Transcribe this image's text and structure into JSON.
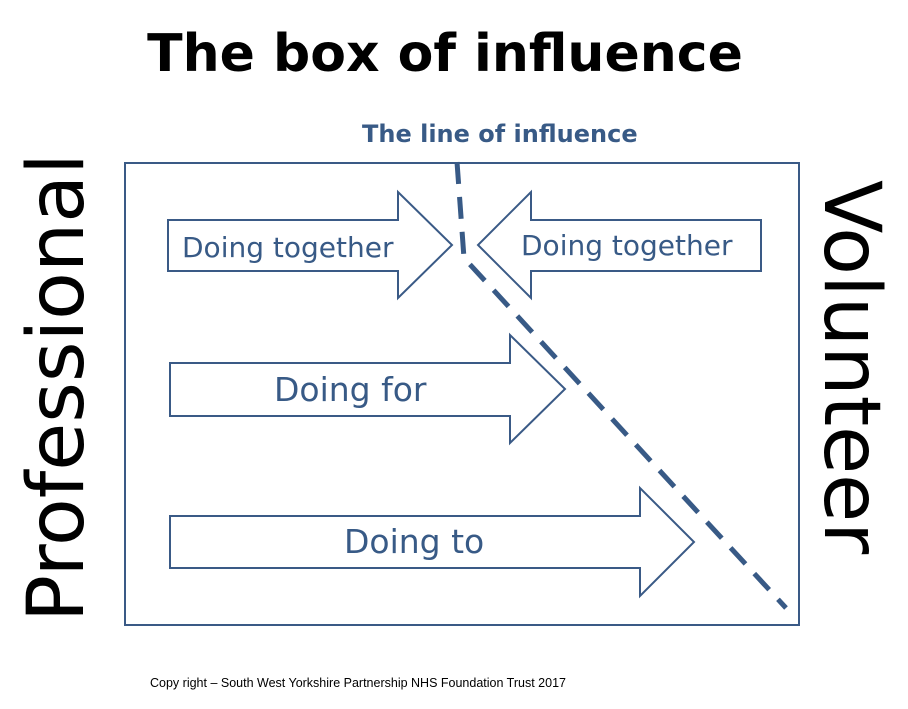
{
  "title": "The box of influence",
  "line_label": "The line of influence",
  "left_label": "Professional",
  "right_label": "Volunteer",
  "arrows": [
    {
      "label": "Doing together"
    },
    {
      "label": "Doing together"
    },
    {
      "label": "Doing for"
    },
    {
      "label": "Doing to"
    }
  ],
  "copyright": "Copy right – South West Yorkshire Partnership NHS Foundation Trust 2017",
  "colors": {
    "accent": "#385a86",
    "box": "#3a5a86"
  }
}
